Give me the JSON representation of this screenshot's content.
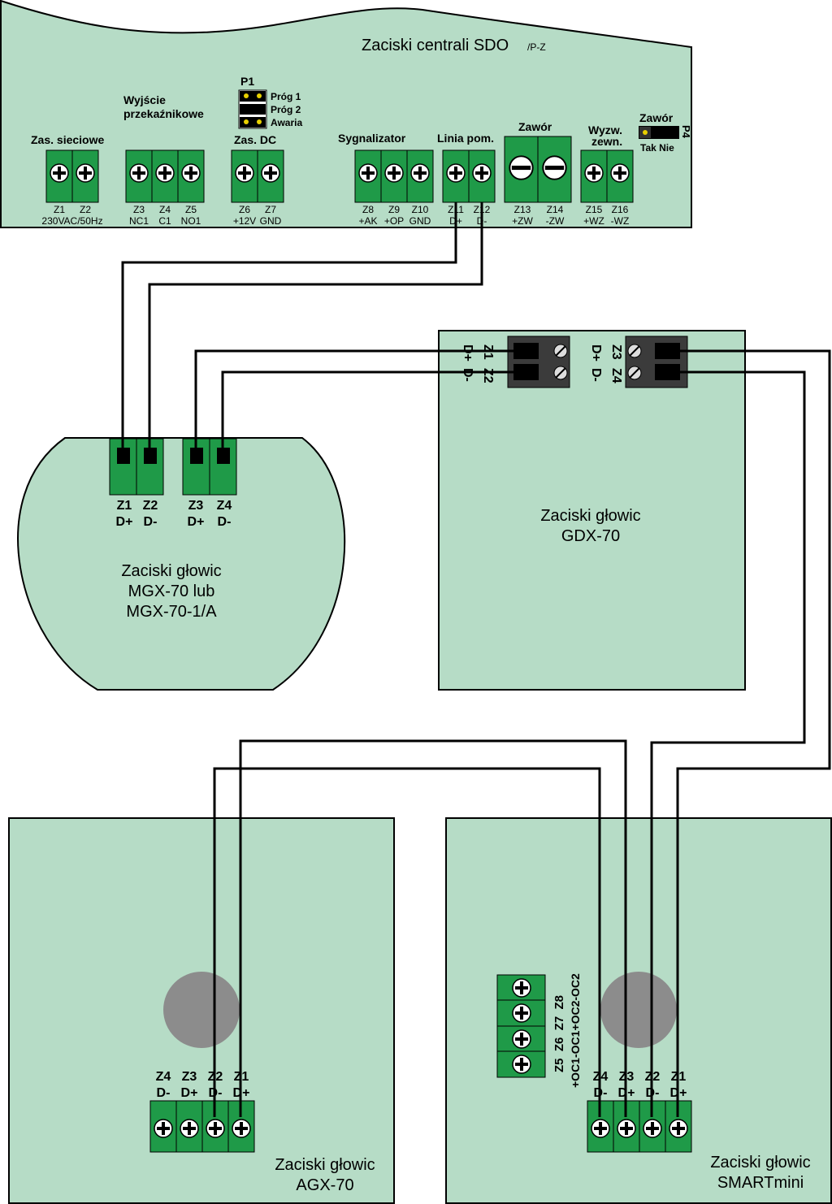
{
  "sdo": {
    "title_main": "Zaciski centrali SDO",
    "title_sub": "/P-Z",
    "jumper_p1": {
      "label": "P1",
      "opt1": "Próg 1",
      "opt2": "Próg 2",
      "opt3": "Awaria"
    },
    "jumper_p4": {
      "label": "P4",
      "title": "Zawór",
      "opts": "Tak Nie"
    },
    "groups": {
      "zas_sieciowe": "Zas. sieciowe",
      "wyjscie1": "Wyjście",
      "wyjscie2": "przekaźnikowe",
      "zas_dc": "Zas. DC",
      "sygnalizator": "Sygnalizator",
      "linia": "Linia pom.",
      "zawor": "Zawór",
      "wyzw1": "Wyzw.",
      "wyzw2": "zewn."
    },
    "terminals": [
      {
        "id": "Z1",
        "sub": "230VAC/50Hz"
      },
      {
        "id": "Z2",
        "sub": ""
      },
      {
        "id": "Z3",
        "sub": "NC1"
      },
      {
        "id": "Z4",
        "sub": "C1"
      },
      {
        "id": "Z5",
        "sub": "NO1"
      },
      {
        "id": "Z6",
        "sub": "+12V"
      },
      {
        "id": "Z7",
        "sub": "GND"
      },
      {
        "id": "Z8",
        "sub": "+AK"
      },
      {
        "id": "Z9",
        "sub": "+OP"
      },
      {
        "id": "Z10",
        "sub": "GND"
      },
      {
        "id": "Z11",
        "sub": "D+"
      },
      {
        "id": "Z12",
        "sub": "D-"
      },
      {
        "id": "Z13",
        "sub": "+ZW"
      },
      {
        "id": "Z14",
        "sub": "-ZW"
      },
      {
        "id": "Z15",
        "sub": "+WZ"
      },
      {
        "id": "Z16",
        "sub": "-WZ"
      }
    ]
  },
  "mgx": {
    "line1": "Zaciski głowic",
    "line2": "MGX-70 lub",
    "line3": "MGX-70-1/A",
    "terminals": [
      {
        "id": "Z1",
        "sub": "D+"
      },
      {
        "id": "Z2",
        "sub": "D-"
      },
      {
        "id": "Z3",
        "sub": "D+"
      },
      {
        "id": "Z4",
        "sub": "D-"
      }
    ]
  },
  "gdx": {
    "line1": "Zaciski głowic",
    "line2": "GDX-70",
    "terminals": [
      {
        "id": "Z1",
        "sub": "D+"
      },
      {
        "id": "Z2",
        "sub": "D-"
      },
      {
        "id": "Z3",
        "sub": "D+"
      },
      {
        "id": "Z4",
        "sub": "D-"
      }
    ]
  },
  "agx": {
    "line1": "Zaciski głowic",
    "line2": "AGX-70",
    "terminals": [
      {
        "id": "Z4",
        "sub": "D-"
      },
      {
        "id": "Z3",
        "sub": "D+"
      },
      {
        "id": "Z2",
        "sub": "D-"
      },
      {
        "id": "Z1",
        "sub": "D+"
      }
    ]
  },
  "smart": {
    "line1": "Zaciski głowic",
    "line2": "SMARTmini",
    "terminals": [
      {
        "id": "Z4",
        "sub": "D-"
      },
      {
        "id": "Z3",
        "sub": "D+"
      },
      {
        "id": "Z2",
        "sub": "D-"
      },
      {
        "id": "Z1",
        "sub": "D+"
      }
    ],
    "oc_ids": "Z5  Z6  Z7  Z8",
    "oc_subs": "+OC1-OC1+OC2-OC2"
  },
  "colors": {
    "panel": "#b6dcc6",
    "terminal": "#1f9a48",
    "wire": "#000000",
    "sensor": "#8c8c8c"
  }
}
